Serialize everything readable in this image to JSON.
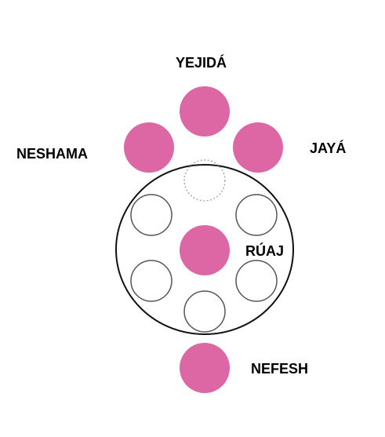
{
  "labels": {
    "yejida": "YEJIDÁ",
    "neshama": "NESHAMA",
    "jaya": "JAYÁ",
    "ruaj": "RÚAJ",
    "nefesh": "NEFESH"
  },
  "colors": {
    "filled": "#dd66a5",
    "outline": "#555555",
    "big_circle_stroke": "#111111",
    "dotted_stroke": "#aaaaaa",
    "text": "#000000"
  }
}
